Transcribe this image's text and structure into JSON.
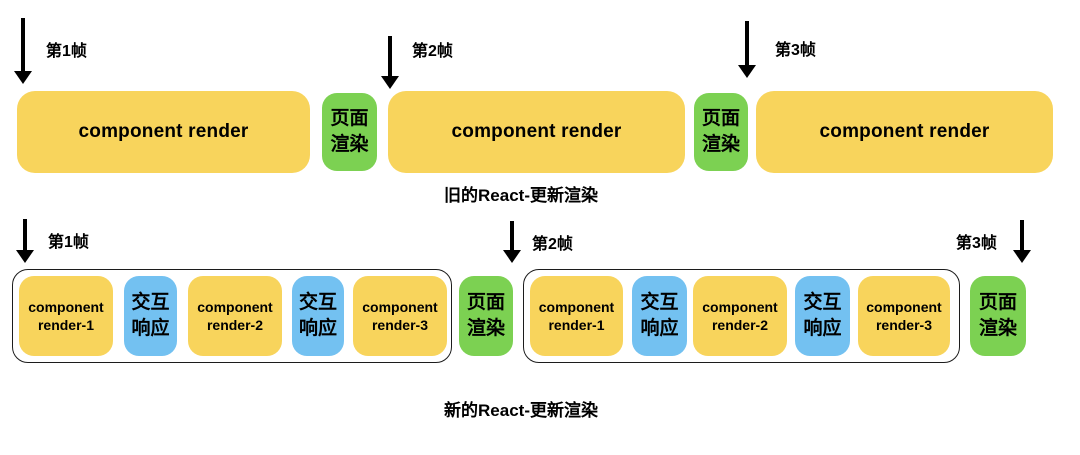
{
  "colors": {
    "block_yellow": "#F8D45C",
    "block_green": "#7CD152",
    "block_blue": "#73C1F1",
    "arrow_black": "#000000"
  },
  "old_react": {
    "caption": "旧的React-更新渲染",
    "frames": [
      {
        "label": "第1帧"
      },
      {
        "label": "第2帧"
      },
      {
        "label": "第3帧"
      }
    ],
    "render_block_label": "component render",
    "paint_block_label": "页面\n渲染"
  },
  "new_react": {
    "caption": "新的React-更新渲染",
    "frames": [
      {
        "label": "第1帧"
      },
      {
        "label": "第2帧"
      },
      {
        "label": "第3帧"
      }
    ],
    "render_block_labels": [
      "component\nrender-1",
      "component\nrender-2",
      "component\nrender-3"
    ],
    "interact_block_label": "交互\n响应",
    "paint_block_label": "页面\n渲染"
  }
}
